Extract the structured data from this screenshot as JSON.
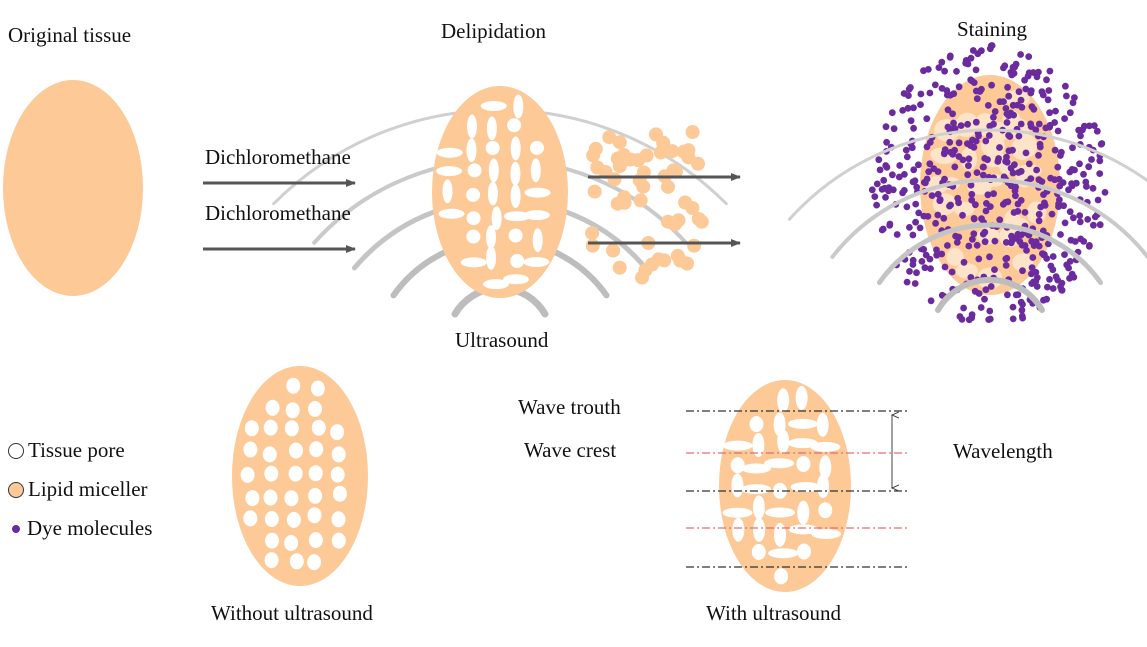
{
  "colors": {
    "tissue": "#FCC997",
    "pore": "#FFFFFF",
    "dye": "#6B2A9E",
    "arrow": "#555555",
    "wave": "#C9C9C9",
    "crest_line": "#E07070",
    "trough_line": "#333333"
  },
  "labels": {
    "original": "Original tissue",
    "delipidation": "Delipidation",
    "staining": "Staining",
    "dcm1": "Dichloromethane",
    "dcm2": "Dichloromethane",
    "ultrasound": "Ultrasound",
    "wave_trough": "Wave trouth",
    "wave_crest": "Wave crest",
    "wavelength": "Wavelength",
    "without": "Without ultrasound",
    "with": "With ultrasound"
  },
  "legend": [
    {
      "label": "Tissue pore",
      "swatch": "pore-icon"
    },
    {
      "label": "Lipid miceller",
      "swatch": "lipid-icon"
    },
    {
      "label": "Dye molecules",
      "swatch": "dye-icon"
    }
  ]
}
